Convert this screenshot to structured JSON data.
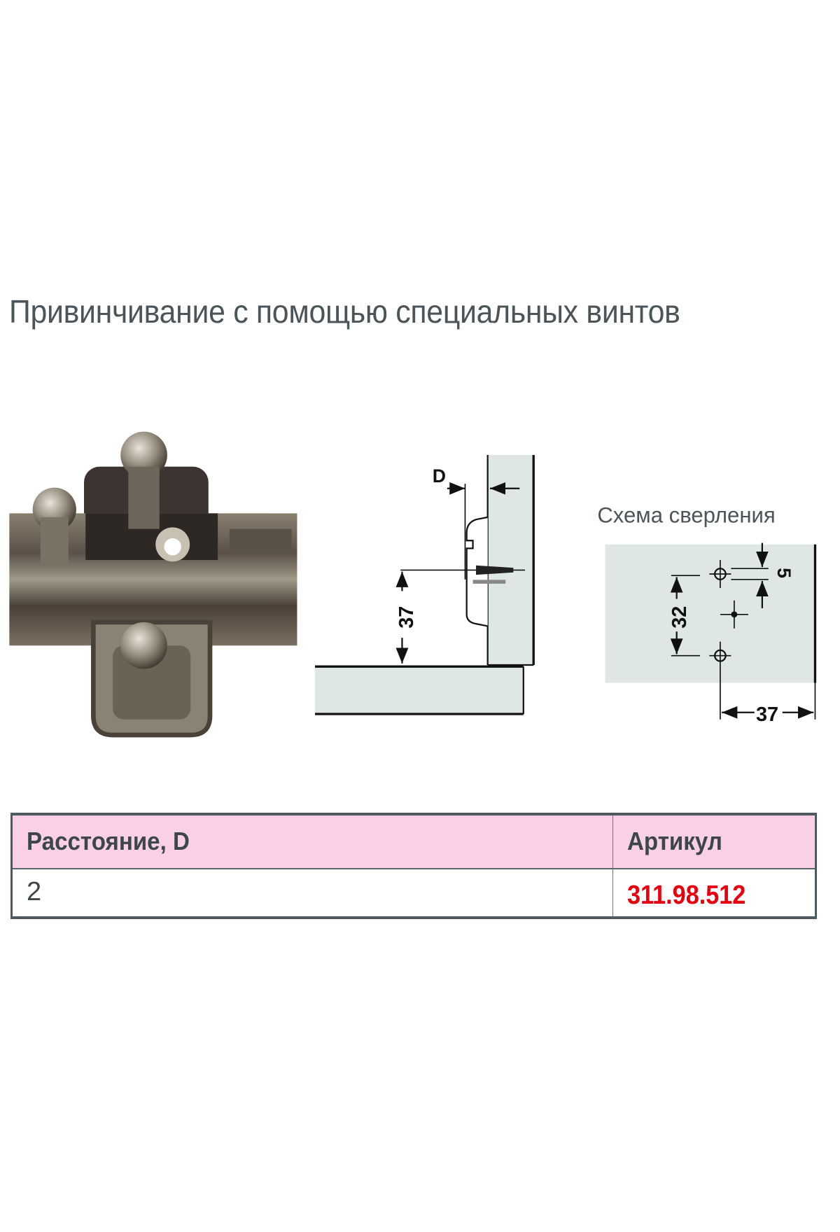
{
  "title": "Привинчивание с помощью специальных винтов",
  "side_diagram": {
    "d_label": "D",
    "height_dim": "37"
  },
  "drilling_scheme": {
    "title": "Схема сверления",
    "hole_diameter_dim": "5",
    "hole_spacing_dim": "32",
    "edge_distance_dim": "37"
  },
  "table": {
    "headers": [
      "Расстояние, D",
      "Артикул"
    ],
    "rows": [
      {
        "distance": "2",
        "article": "311.98.512"
      }
    ],
    "article_color": "#e8000f",
    "header_bg": "#f9d0e8"
  }
}
